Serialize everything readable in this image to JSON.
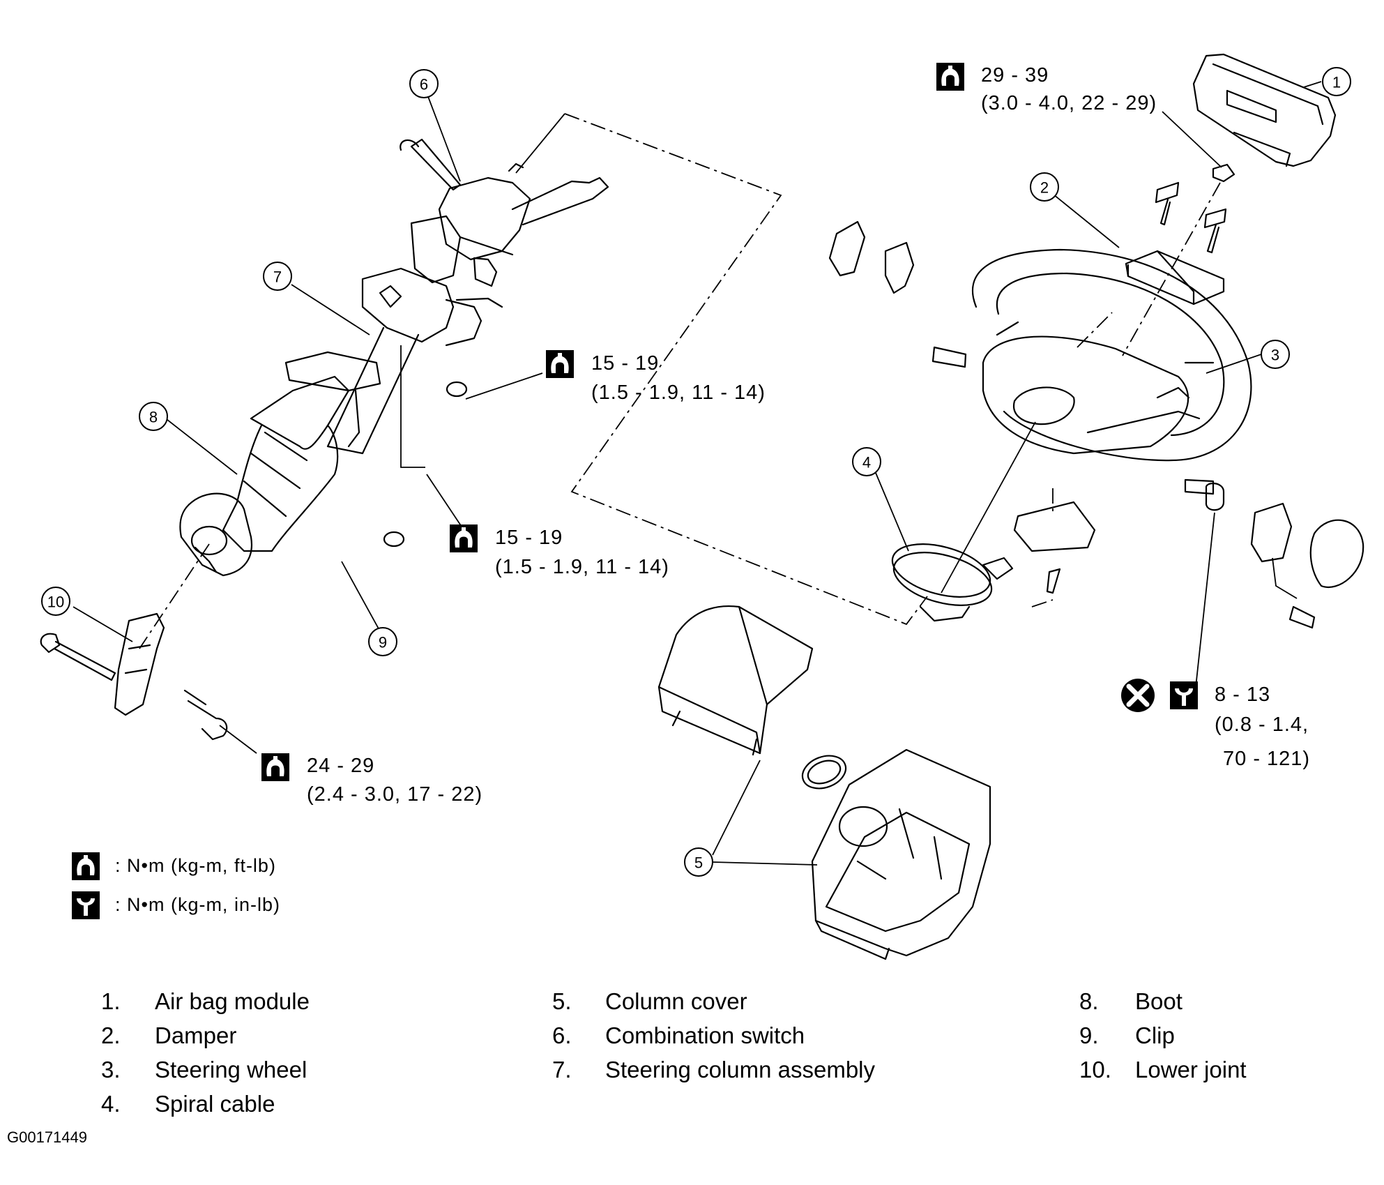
{
  "callouts": [
    {
      "n": "1",
      "label": "1"
    },
    {
      "n": "2",
      "label": "2"
    },
    {
      "n": "3",
      "label": "3"
    },
    {
      "n": "4",
      "label": "4"
    },
    {
      "n": "5",
      "label": "5"
    },
    {
      "n": "6",
      "label": "6"
    },
    {
      "n": "7",
      "label": "7"
    },
    {
      "n": "8",
      "label": "8"
    },
    {
      "n": "9",
      "label": "9"
    },
    {
      "n": "10",
      "label": "10"
    }
  ],
  "torques": {
    "airbag_nut": {
      "line1": "29 - 39",
      "line2": "(3.0 - 4.0, 22 - 29)"
    },
    "column_upper": {
      "line1": "15 - 19",
      "line2": "(1.5 - 1.9, 11 - 14)"
    },
    "column_lower": {
      "line1": "15 - 19",
      "line2": "(1.5 - 1.9, 11 - 14)"
    },
    "lower_joint": {
      "line1": "24 - 29",
      "line2": "(2.4 - 3.0, 17 - 22)"
    },
    "wheel_bolt": {
      "line1": "8 - 13",
      "line2": "(0.8 - 1.4,",
      "line3": "70 - 121)"
    }
  },
  "legend": {
    "ftlb": ": N•m (kg-m, ft-lb)",
    "inlb": ": N•m (kg-m, in-lb)"
  },
  "parts": [
    {
      "num": "1.",
      "name": "Air bag module"
    },
    {
      "num": "2.",
      "name": "Damper"
    },
    {
      "num": "3.",
      "name": "Steering wheel"
    },
    {
      "num": "4.",
      "name": "Spiral cable"
    },
    {
      "num": "5.",
      "name": "Column cover"
    },
    {
      "num": "6.",
      "name": "Combination switch"
    },
    {
      "num": "7.",
      "name": "Steering column assembly"
    },
    {
      "num": "8.",
      "name": "Boot"
    },
    {
      "num": "9.",
      "name": "Clip"
    },
    {
      "num": "10.",
      "name": "Lower joint"
    }
  ],
  "figure_code": "G00171449",
  "icons": {
    "torque_ftlb": "torque-wrench-ftlb-icon",
    "torque_inlb": "torque-wrench-inlb-icon",
    "replace": "do-not-reuse-icon"
  }
}
